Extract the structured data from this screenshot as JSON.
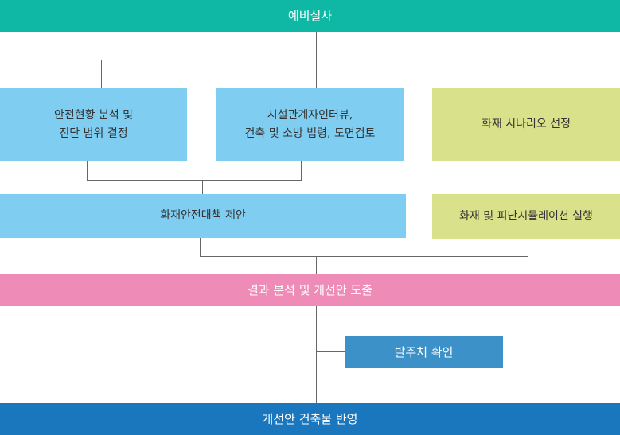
{
  "colors": {
    "teal": "#0fb8a4",
    "light_blue": "#7fcdf0",
    "light_green": "#d9e28a",
    "pink": "#ee8cb7",
    "mid_blue": "#3c92c8",
    "dark_blue": "#1b77bd",
    "connector": "#666666"
  },
  "top_bar": {
    "label": "예비실사"
  },
  "boxes": {
    "safety_diagnosis": {
      "line1": "안전현황 분석 및",
      "line2": "진단 범위 결정"
    },
    "facility_interview": {
      "line1": "시설관계자인터뷰,",
      "line2": "건축 및 소방 법령, 도면검토"
    },
    "fire_scenario": {
      "label": "화재 시나리오 선정"
    },
    "safety_measures": {
      "label": "화재안전대책 제안"
    },
    "evacuation_sim": {
      "label": "화재 및 피난시뮬레이션 실행"
    }
  },
  "result_bar": {
    "label": "결과 분석 및 개선안 도출"
  },
  "client_check": {
    "label": "발주처 확인"
  },
  "bottom_bar": {
    "label": "개선안 건축물 반영"
  }
}
